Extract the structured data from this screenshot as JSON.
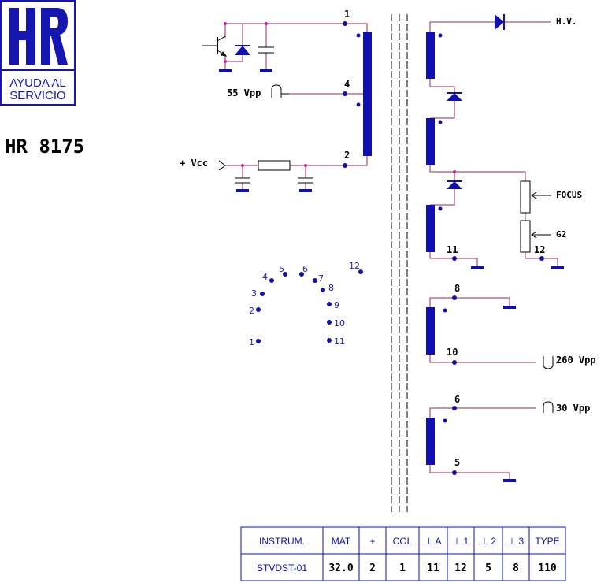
{
  "logo": {
    "mark": "HR",
    "line1": "AYUDA AL",
    "line2": "SERVICIO",
    "color": "#1515b0"
  },
  "model": "HR 8175",
  "colors": {
    "wire": "#9a2a5a",
    "winding": "#1010b0",
    "dot": "#1010b0",
    "text": "#000000",
    "pin_text": "#2020b0"
  },
  "primary": {
    "pin_top": "1",
    "pin_mid": "4",
    "pin_bottom": "2",
    "input_label": "55 Vpp",
    "supply_label": "+ Vcc"
  },
  "secondary": {
    "hv_label": "H.V.",
    "focus_label": "FOCUS",
    "g2_label": "G2",
    "pin_11": "11",
    "pin_12": "12",
    "winding_b_top": "8",
    "winding_b_bottom": "10",
    "winding_b_label": "260 Vpp",
    "winding_c_top": "6",
    "winding_c_bottom": "5",
    "winding_c_label": "30 Vpp"
  },
  "pinout": [
    "1",
    "2",
    "3",
    "4",
    "5",
    "6",
    "7",
    "8",
    "9",
    "10",
    "11",
    "12"
  ],
  "table": {
    "headers": [
      "INSTRUM.",
      "MAT",
      "+",
      "COL",
      "⊥ A",
      "⊥ 1",
      "⊥ 2",
      "⊥ 3",
      "TYPE"
    ],
    "values": [
      "STVDST-01",
      "32.0",
      "2",
      "1",
      "11",
      "12",
      "5",
      "8",
      "110"
    ]
  }
}
